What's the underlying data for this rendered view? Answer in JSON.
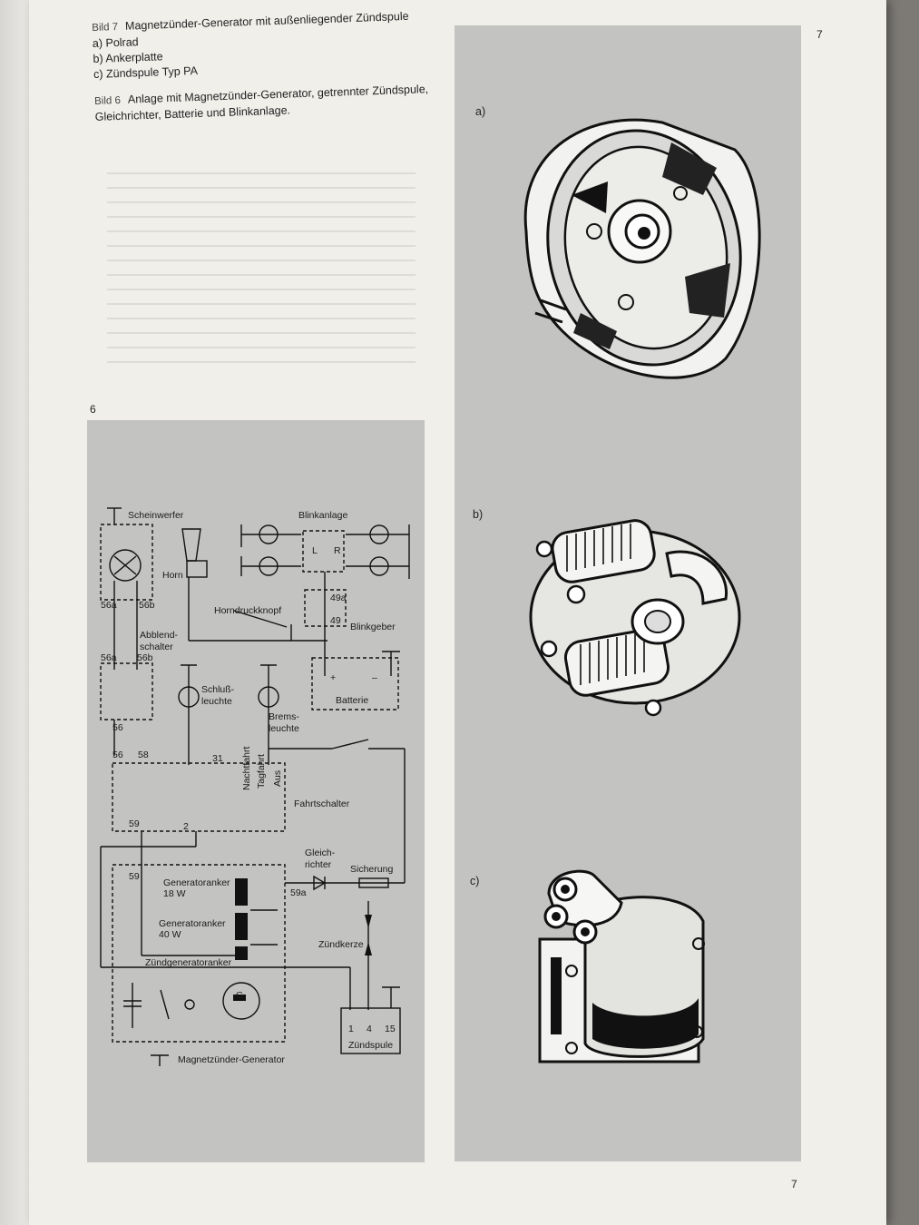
{
  "page": {
    "left_number": "6",
    "top_right_number": "7",
    "bottom_number": "7"
  },
  "captions": {
    "bild7": {
      "num": "Bild 7",
      "title": "Magnetzünder-Generator mit außenliegender Zündspule",
      "items": [
        "a) Polrad",
        "b) Ankerplatte",
        "c) Zündspule Typ PA"
      ]
    },
    "bild6": {
      "num": "Bild 6",
      "title": "Anlage mit Magnetzünder-Generator, getrennter Zündspule, Gleichrichter, Batterie und Blinkanlage."
    }
  },
  "figure7": {
    "a": "a)",
    "b": "b)",
    "c": "c)"
  },
  "schematic": {
    "scheinwerfer": "Scheinwerfer",
    "horn": "Horn",
    "blinkanlage": "Blinkanlage",
    "l": "L",
    "r": "R",
    "t56a": "56a",
    "t56b": "56b",
    "horndruckknopf": "Horndruckknopf",
    "t49a": "49a",
    "t49": "49",
    "blinkgeber": "Blinkgeber",
    "abblend1": "Abblend-",
    "abblend2": "schalter",
    "t56a2": "56a",
    "t56b2": "56b",
    "schluss1": "Schluß-",
    "schluss2": "leuchte",
    "plus": "+",
    "minus": "–",
    "batterie": "Batterie",
    "brems1": "Brems-",
    "brems2": "leuchte",
    "t56": "56",
    "t56b3": "56",
    "t58": "58",
    "t31": "31",
    "nachtfahrt": "Nachtfahrt",
    "tagfahrt": "Tagfahrt",
    "aus": "Aus",
    "fahrtschalter": "Fahrtschalter",
    "t59": "59",
    "t2": "2",
    "gleich1": "Gleich-",
    "gleich2": "richter",
    "sicherung": "Sicherung",
    "t59b": "59",
    "gen18a": "Generatoranker",
    "gen18b": "18 W",
    "t59a": "59a",
    "gen40a": "Generatoranker",
    "gen40b": "40 W",
    "zuendkerze": "Zündkerze",
    "zgen": "Zündgeneratoranker",
    "g": "G",
    "t1": "1",
    "t4": "4",
    "t15": "15",
    "zuendspule": "Zündspule",
    "magnet": "Magnetzünder-Generator"
  }
}
